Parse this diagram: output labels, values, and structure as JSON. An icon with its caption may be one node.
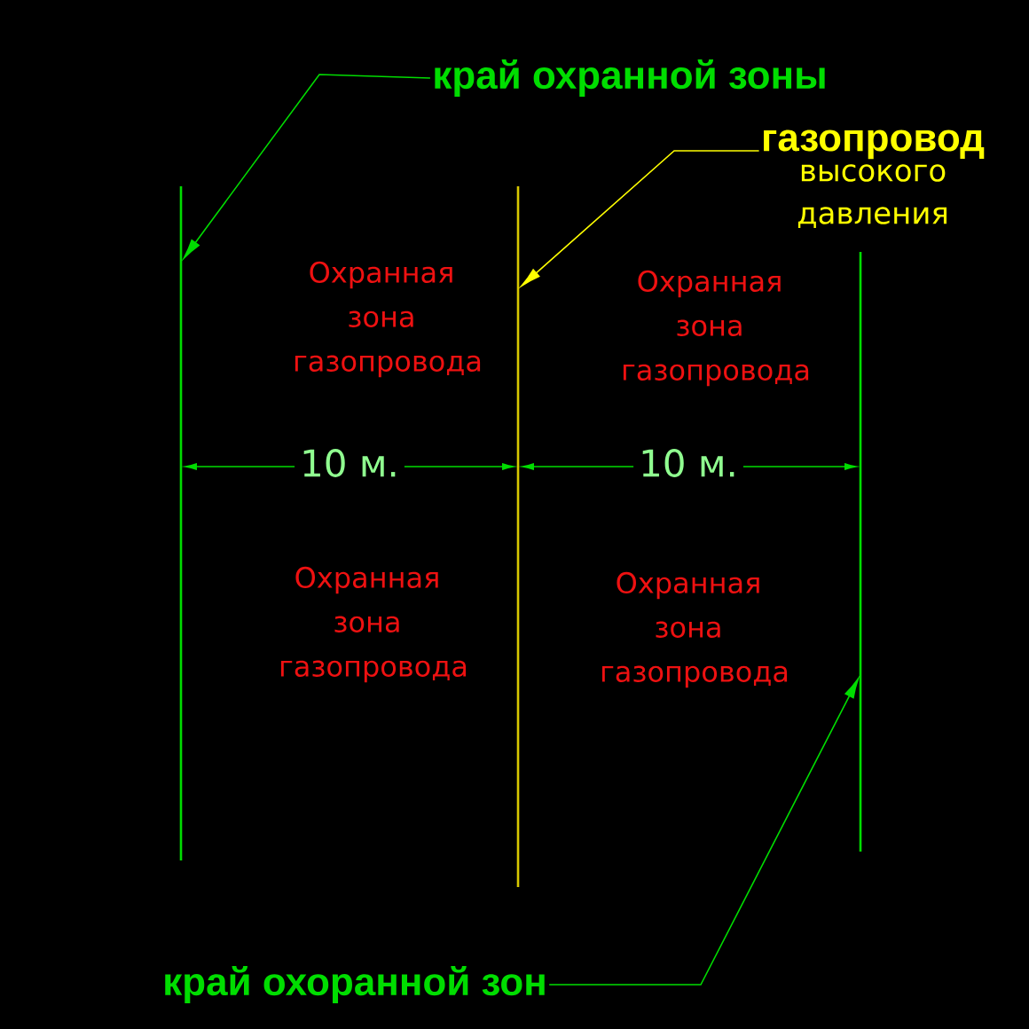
{
  "diagram": {
    "nodes": [
      {
        "text": [
          "край охранной зоны"
        ]
      },
      {
        "text": [],
        "shape": "line"
      },
      {
        "text": [
          "газопровод",
          "высокого давления"
        ]
      },
      {
        "text": [],
        "shape": "line"
      },
      {
        "text": [
          "край охоранной зон"
        ]
      },
      {
        "text": [],
        "shape": "line"
      }
    ],
    "edges": [
      {
        "from": 0,
        "to": 1,
        "arrow": "to"
      },
      {
        "from": 2,
        "to": 3,
        "arrow": "to",
        "color": "#ffff00"
      },
      {
        "from": 4,
        "to": 5,
        "arrow": "to"
      }
    ],
    "labels": [
      "Охранная зона газопровода",
      "Охранная зона газопровода",
      "10 м.",
      "10 м.",
      "Охранная зона газопровода",
      "Охранная зона газопровода"
    ]
  }
}
